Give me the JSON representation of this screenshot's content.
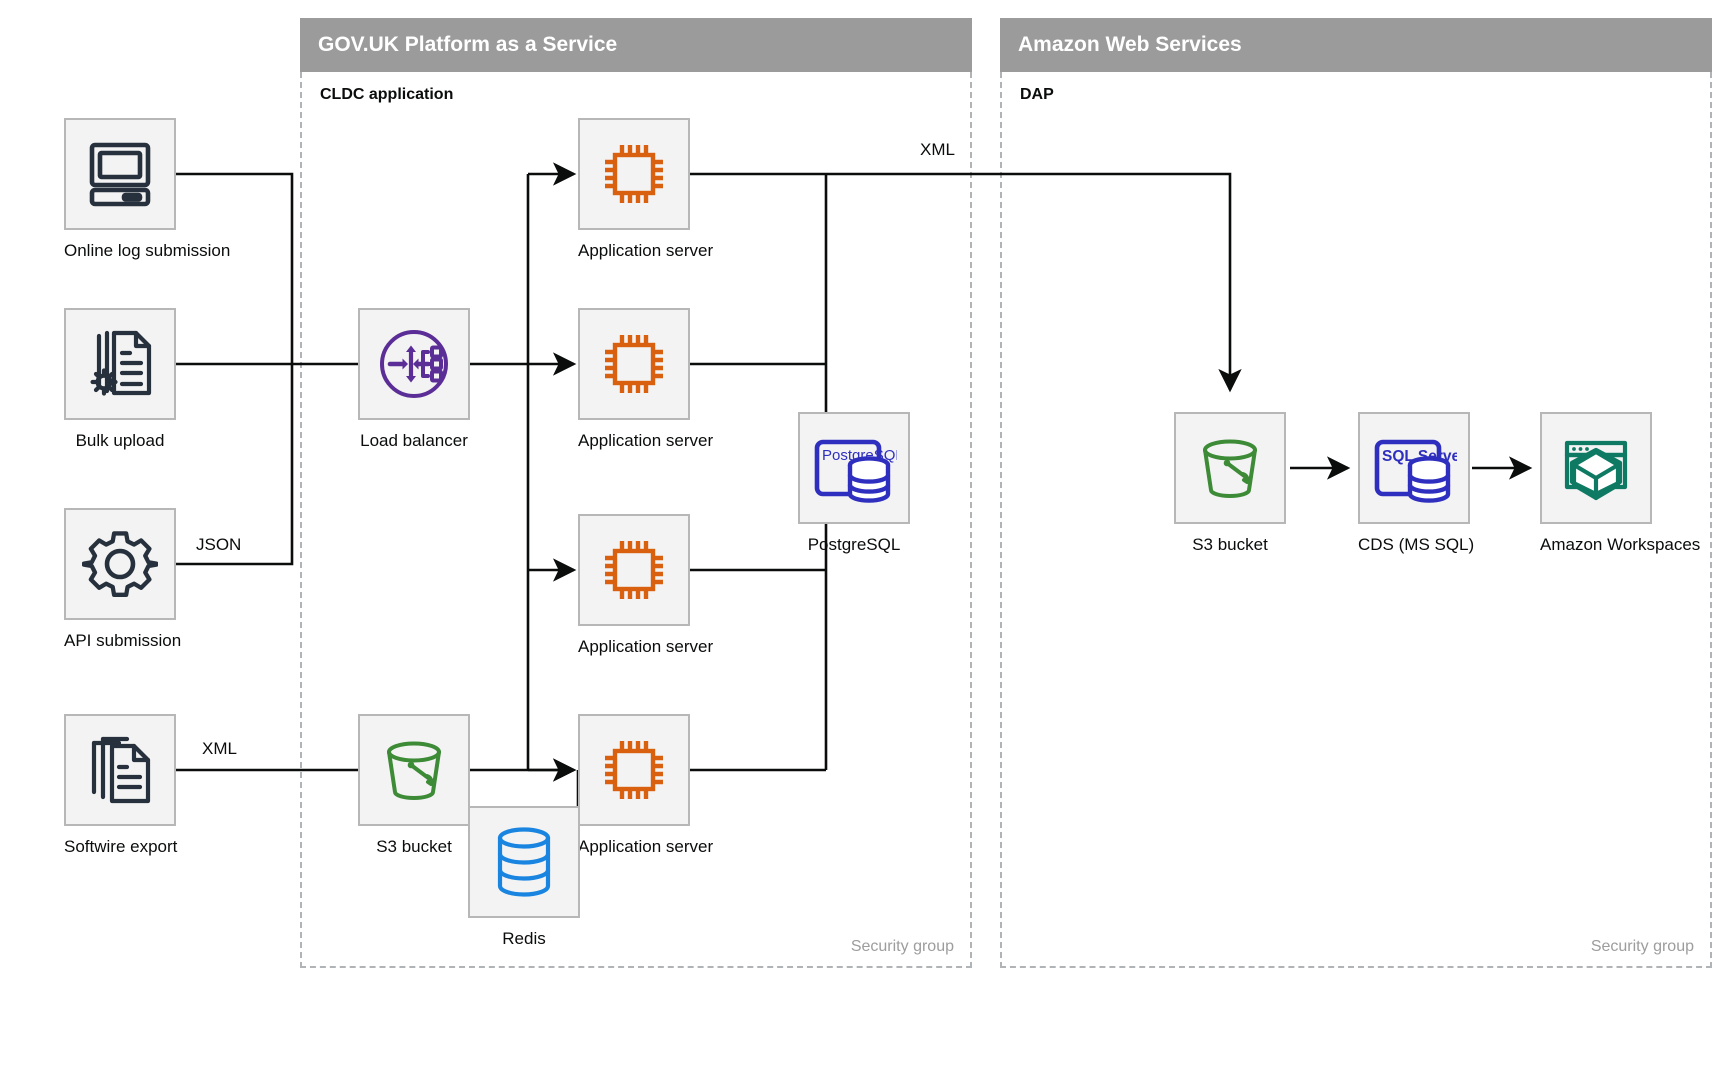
{
  "zones": [
    {
      "id": "paas",
      "title": "GOV.UK Platform as a Service",
      "sub_label": "CLDC application",
      "security_label": "Security group"
    },
    {
      "id": "aws",
      "title": "Amazon Web Services",
      "sub_label": "DAP",
      "security_label": "Security group"
    }
  ],
  "nodes": {
    "online_log_submission": {
      "label": "Online log submission",
      "icon": "desktop-computer-icon"
    },
    "bulk_upload": {
      "label": "Bulk upload",
      "icon": "document-gear-icon"
    },
    "api_submission": {
      "label": "API submission",
      "icon": "gear-icon"
    },
    "softwire_export": {
      "label": "Softwire export",
      "icon": "document-stack-icon"
    },
    "load_balancer": {
      "label": "Load balancer",
      "icon": "load-balancer-icon"
    },
    "app_server_1": {
      "label": "Application server",
      "icon": "cpu-chip-icon"
    },
    "app_server_2": {
      "label": "Application server",
      "icon": "cpu-chip-icon"
    },
    "app_server_3": {
      "label": "Application server",
      "icon": "cpu-chip-icon"
    },
    "app_server_4": {
      "label": "Application server",
      "icon": "cpu-chip-icon"
    },
    "paas_s3_bucket": {
      "label": "S3 bucket",
      "icon": "bucket-icon"
    },
    "redis": {
      "label": "Redis",
      "icon": "database-cylinder-icon"
    },
    "postgresql": {
      "label": "PostgreSQL",
      "icon": "postgresql-icon",
      "icon_text": "PostgreSQL"
    },
    "aws_s3_bucket": {
      "label": "S3 bucket",
      "icon": "bucket-icon"
    },
    "cds_ms_sql": {
      "label": "CDS (MS SQL)",
      "icon": "sql-server-icon",
      "icon_text": "SQL Server"
    },
    "amazon_workspaces": {
      "label": "Amazon Workspaces",
      "icon": "workspaces-cube-icon"
    }
  },
  "edge_labels": {
    "api_json": "JSON",
    "softwire_xml": "XML",
    "app_to_s3_xml": "XML"
  },
  "colors": {
    "zone_header": "#9b9b9b",
    "icon_box_fill": "#f3f3f3",
    "icon_box_border": "#b7b7b7",
    "dark_navy": "#27313d",
    "purple": "#5b2d96",
    "orange": "#d9600f",
    "green": "#3d8b37",
    "blue": "#1a85e0",
    "indigo": "#2f2fbf",
    "teal": "#0f7a63",
    "wire": "#0b0c0c",
    "dashed_border": "#b1b4b6",
    "muted_text": "#9d9d9d"
  }
}
